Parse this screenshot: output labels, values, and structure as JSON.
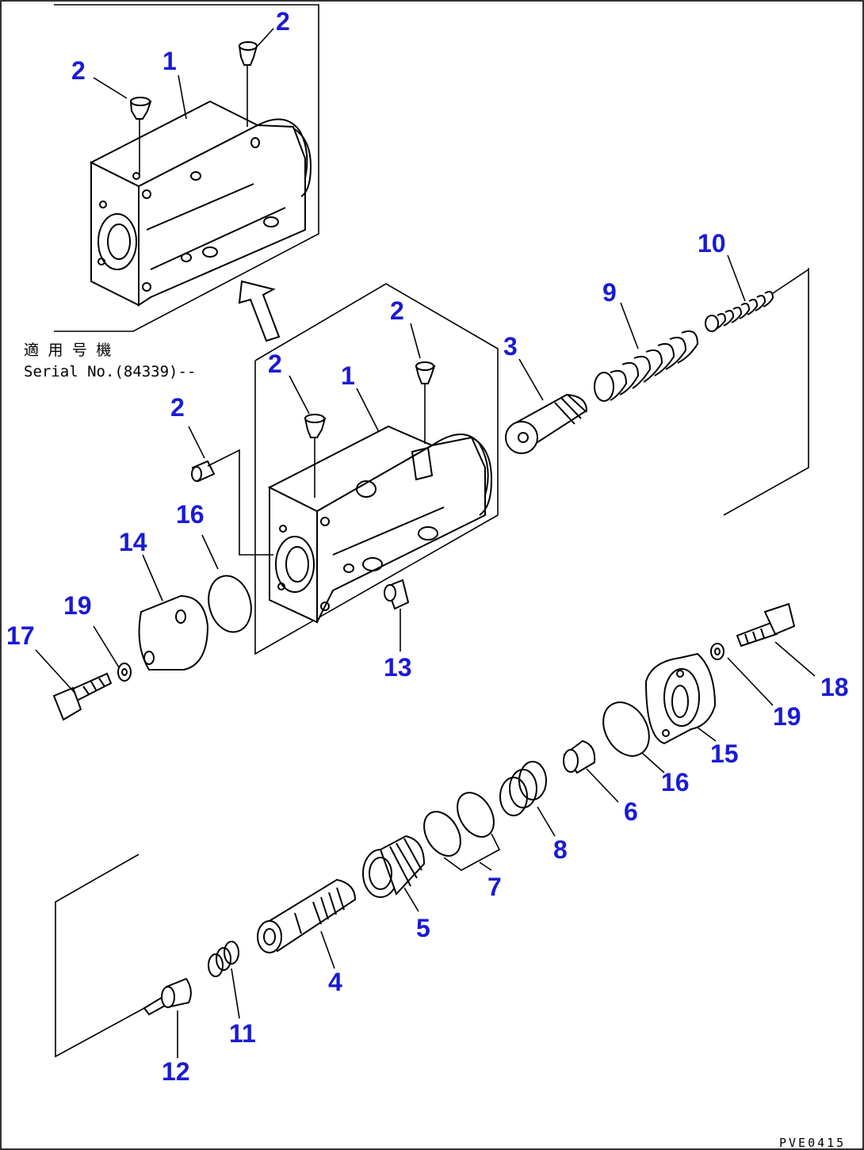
{
  "diagram": {
    "callout_color": "#1a1ad6",
    "note_line1": "適 用 号 機",
    "note_line2": "Serial No.(84339)--",
    "drawing_code": "PVE0415",
    "callouts": [
      {
        "id": "c2a",
        "label": "2"
      },
      {
        "id": "c1a",
        "label": "1"
      },
      {
        "id": "c2b",
        "label": "2"
      },
      {
        "id": "c10",
        "label": "10"
      },
      {
        "id": "c9",
        "label": "9"
      },
      {
        "id": "c2c",
        "label": "2"
      },
      {
        "id": "c3",
        "label": "3"
      },
      {
        "id": "c2d",
        "label": "2"
      },
      {
        "id": "c1b",
        "label": "1"
      },
      {
        "id": "c2e",
        "label": "2"
      },
      {
        "id": "c16a",
        "label": "16"
      },
      {
        "id": "c14",
        "label": "14"
      },
      {
        "id": "c19a",
        "label": "19"
      },
      {
        "id": "c17",
        "label": "17"
      },
      {
        "id": "c13",
        "label": "13"
      },
      {
        "id": "c18",
        "label": "18"
      },
      {
        "id": "c19b",
        "label": "19"
      },
      {
        "id": "c15",
        "label": "15"
      },
      {
        "id": "c16b",
        "label": "16"
      },
      {
        "id": "c6",
        "label": "6"
      },
      {
        "id": "c8",
        "label": "8"
      },
      {
        "id": "c7",
        "label": "7"
      },
      {
        "id": "c5",
        "label": "5"
      },
      {
        "id": "c4",
        "label": "4"
      },
      {
        "id": "c11",
        "label": "11"
      },
      {
        "id": "c12",
        "label": "12"
      }
    ]
  }
}
